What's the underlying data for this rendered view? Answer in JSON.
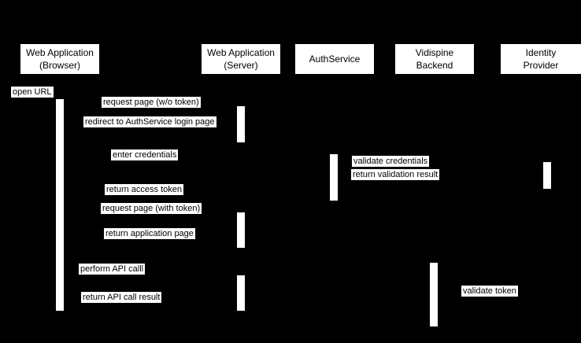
{
  "diagram": {
    "kind": "sequence-diagram",
    "colors": {
      "background": "#000000",
      "box_fill": "#ffffff",
      "box_text": "#000000",
      "label_fill": "#ffffff",
      "label_text": "#000000",
      "activation_fill": "#ffffff"
    }
  },
  "participants": [
    {
      "name": "Web Application (Browser)",
      "lines": [
        "Web Application",
        "(Browser)"
      ]
    },
    {
      "name": "Web Application (Server)",
      "lines": [
        "Web Application",
        "(Server)"
      ]
    },
    {
      "name": "AuthService",
      "lines": [
        "AuthService"
      ]
    },
    {
      "name": "Vidispine Backend",
      "lines": [
        "Vidispine",
        "Backend"
      ]
    },
    {
      "name": "Identity Provider",
      "lines": [
        "Identity",
        "Provider"
      ]
    }
  ],
  "messages": [
    {
      "text": "open URL"
    },
    {
      "text": "request page (w/o token)"
    },
    {
      "text": "redirect to AuthService login page"
    },
    {
      "text": "enter credentials"
    },
    {
      "text": "validate credentials"
    },
    {
      "text": "return validation result"
    },
    {
      "text": "return access token"
    },
    {
      "text": "request page (with token)"
    },
    {
      "text": "return application page"
    },
    {
      "text": "perform API calll"
    },
    {
      "text": "validate token"
    },
    {
      "text": "return API call result"
    }
  ]
}
